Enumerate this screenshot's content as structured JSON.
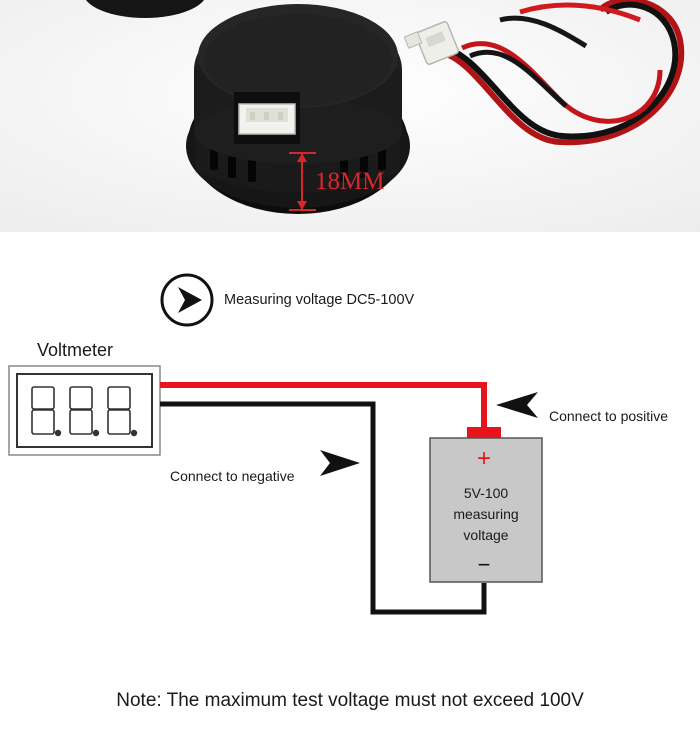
{
  "photo": {
    "dimension_label": "18MM",
    "dimension_color": "#d9262b"
  },
  "diagram": {
    "measure_label": "Measuring voltage DC5-100V",
    "voltmeter_label": "Voltmeter",
    "positive_label": "Connect to positive",
    "negative_label": "Connect to negative",
    "battery": {
      "line1": "5V-100",
      "line2": "measuring",
      "line3": "voltage",
      "plus_symbol": "+",
      "minus_symbol": "−"
    },
    "wire_colors": {
      "positive": "#e8141b",
      "negative": "#111111"
    }
  },
  "note": "Note: The maximum test voltage must not exceed 100V",
  "icons": [
    "arrow-right-circle-icon",
    "arrow-left-icon",
    "arrow-left-icon"
  ]
}
